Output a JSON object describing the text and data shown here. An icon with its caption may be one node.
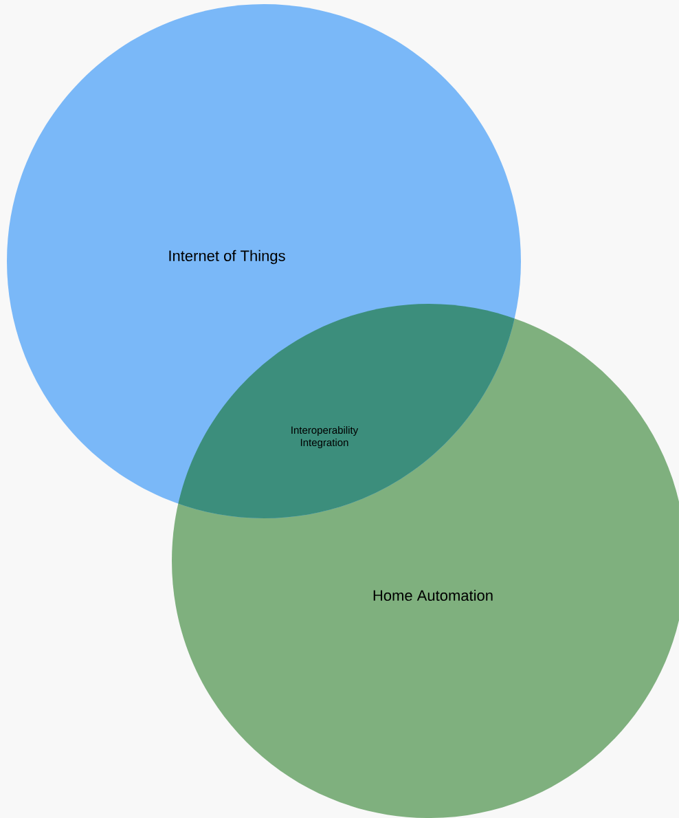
{
  "diagram": {
    "nodes": [
      {
        "text": [
          "Internet of Things"
        ]
      },
      {
        "text": [
          "Home Automation"
        ]
      }
    ],
    "labels": [
      "Interoperability Integration"
    ]
  }
}
